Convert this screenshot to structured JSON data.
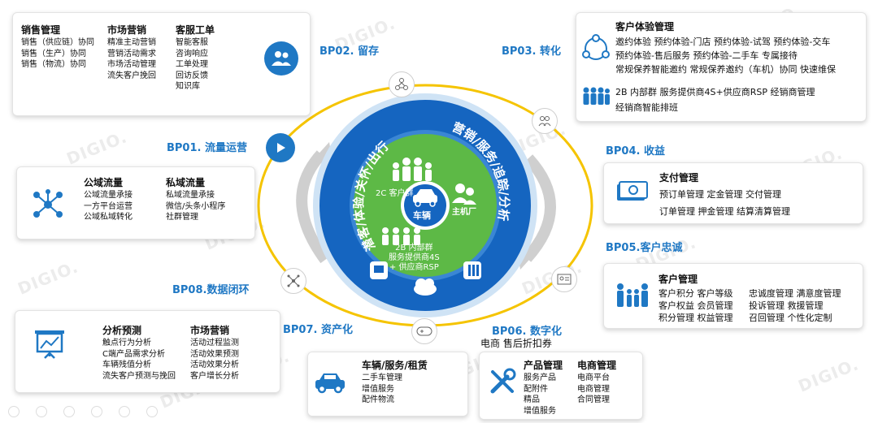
{
  "watermark": "DIGIO.",
  "colors": {
    "accent_blue": "#1f78c4",
    "ring_yellow": "#f5c400",
    "inner_green": "#5db946",
    "disc_blue": "#1565c0"
  },
  "top_left": {
    "sales": {
      "title": "销售管理",
      "items": [
        "销售（供应链）协同",
        "销售（生产）协同",
        "销售（物流）协同"
      ]
    },
    "marketing": {
      "title": "市场营销",
      "items": [
        "精准主动营销",
        "营销活动需求",
        "市场活动管理",
        "流失客户挽回"
      ]
    },
    "service": {
      "title": "客服工单",
      "items": [
        "智能客服",
        "咨询响应",
        "工单处理",
        "回访反馈",
        "知识库"
      ]
    }
  },
  "top_right": {
    "title": "客户体验管理",
    "lines": [
      "邀约体验  预约体验-门店  预约体验-试驾  预约体验-交车",
      "预约体验-售后服务  预约体验-二手车  专属接待",
      "常规保养智能邀约  常规保养邀约（车机）协同  快速维保"
    ],
    "line2": "2B 内部群  服务提供商4S+供应商RSP  经销商管理",
    "line3": "经销商智能排班"
  },
  "bp": {
    "bp01": "BP01. 流量运营",
    "bp02": "BP02. 留存",
    "bp03": "BP03. 转化",
    "bp04": "BP04. 收益",
    "bp05": "BP05.客户忠诚",
    "bp06": "BP06. 数字化",
    "bp06_sub": "电商 售后折扣券",
    "bp07": "BP07. 资产化",
    "bp08": "BP08.数据闭环"
  },
  "traffic": {
    "public": {
      "title": "公域流量",
      "items": [
        "公域流量承接",
        "一方平台运营",
        "公域私域转化"
      ]
    },
    "private": {
      "title": "私域流量",
      "items": [
        "私域流量承接",
        "微信/头条小程序",
        "社群管理"
      ]
    }
  },
  "payment": {
    "title": "支付管理",
    "row1": "预订单管理  定金管理  交付管理",
    "row2": "订单管理    押金管理  结算清算管理"
  },
  "loyalty": {
    "title": "客户管理",
    "col1": [
      "客户积分  客户等级",
      "客户权益  会员管理",
      "积分管理  权益管理"
    ],
    "col2": [
      "忠诚度管理  满意度管理",
      "投诉管理    救援管理",
      "召回管理    个性化定制"
    ]
  },
  "analysis": {
    "predict": {
      "title": "分析预测",
      "items": [
        "触点行为分析",
        "C端产品需求分析",
        "车辆残值分析",
        "流失客户预测与挽回"
      ]
    },
    "marketing": {
      "title": "市场营销",
      "items": [
        "活动过程监测",
        "活动效果预测",
        "活动效果分析",
        "客户增长分析"
      ]
    }
  },
  "vehicle": {
    "title": "车辆/服务/租赁",
    "items": [
      "二手车管理",
      "增值服务",
      "配件物流"
    ]
  },
  "product": {
    "title": "产品管理",
    "items": [
      "服务产品",
      "配附件",
      "精品",
      "增值服务"
    ]
  },
  "ecommerce": {
    "title": "电商管理",
    "items": [
      "电商平台",
      "电商管理",
      "合同管理"
    ]
  },
  "center": {
    "left_arc": "潜客/体验/关怀/出行",
    "right_arc": "营销/服务/追踪/分析",
    "c2": "2C 客户群",
    "oem": "主机厂",
    "vehicle": "车辆",
    "b2_line1": "2B 内部群",
    "b2_line2": "服务提供商4S",
    "b2_line3": "+ 供应商RSP"
  }
}
